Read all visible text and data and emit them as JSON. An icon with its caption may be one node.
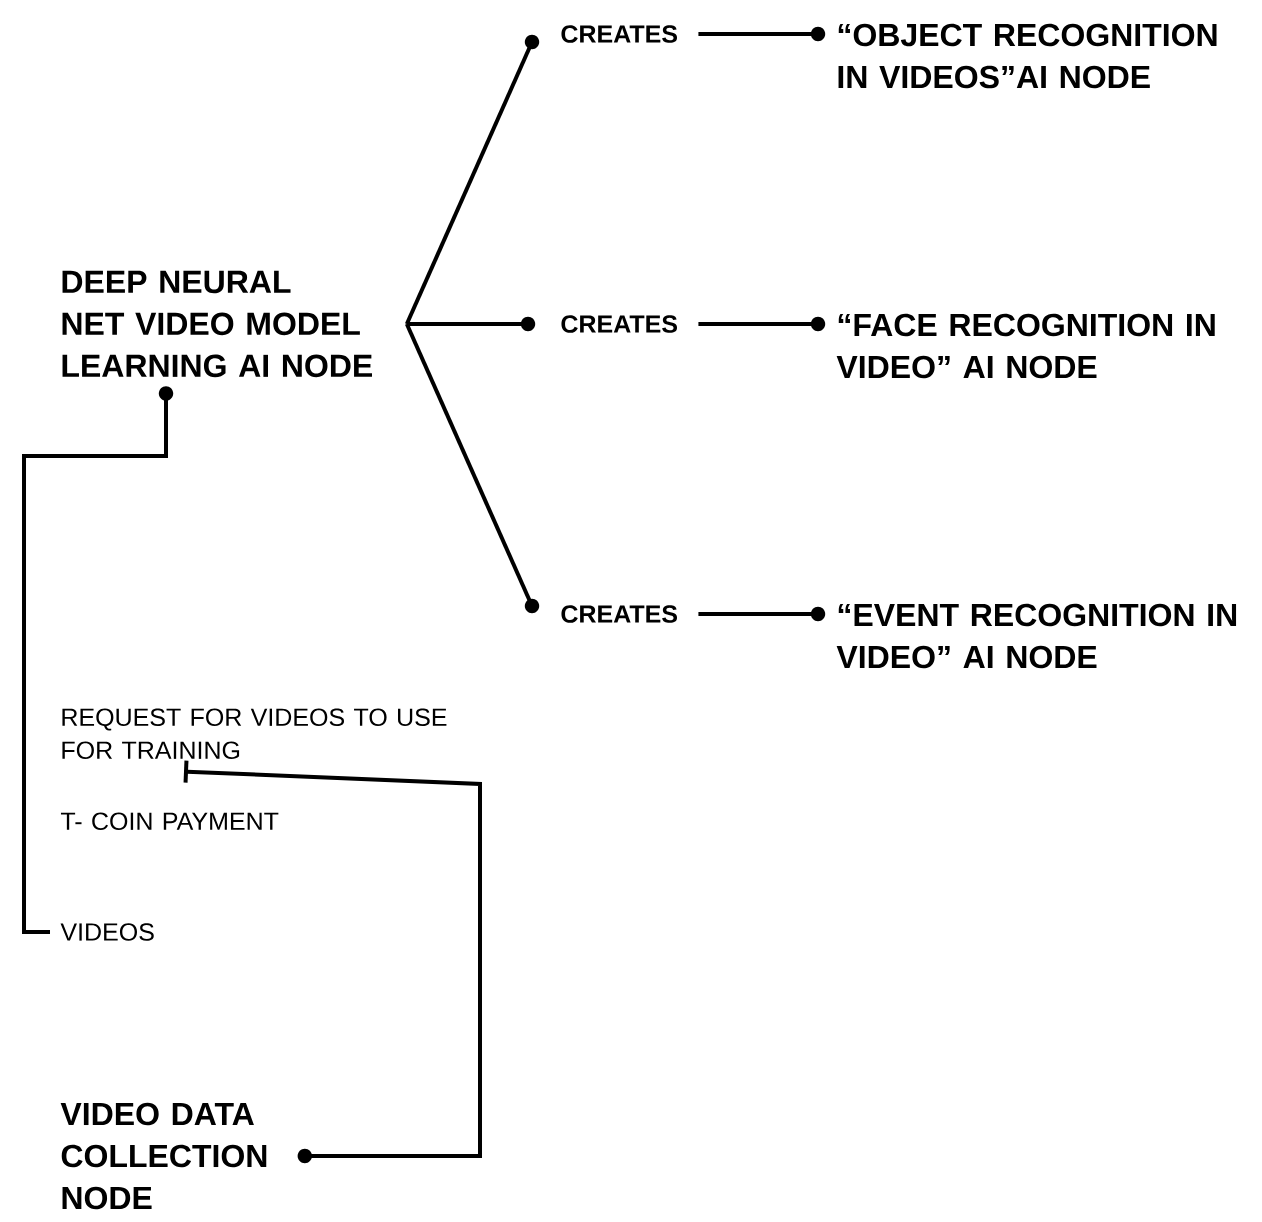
{
  "diagram": {
    "nodes": [
      {
        "text": [
          "DEEP NEURAL NET VIDEO MODEL LEARNING AI NODE"
        ]
      },
      {
        "text": [
          "CREATES"
        ]
      },
      {
        "text": [
          "“OBJECT RECOGNITION IN VIDEOS”AI NODE"
        ]
      },
      {
        "text": [
          "CREATES"
        ]
      },
      {
        "text": [
          "“FACE RECOGNITION IN VIDEO” AI NODE"
        ]
      },
      {
        "text": [
          "CREATES"
        ]
      },
      {
        "text": [
          "“EVENT RECOGNITION IN VIDEO” AI NODE"
        ]
      },
      {
        "text": [
          "VIDEOS"
        ]
      },
      {
        "text": [
          "VIDEO DATA COLLECTION NODE"
        ]
      },
      {
        "text": [
          "REQUEST FOR VIDEOS TO USE FOR TRAINING"
        ]
      }
    ],
    "edges": [
      {
        "from": 0,
        "to": 1,
        "arrow": "other"
      },
      {
        "from": 0,
        "to": 3,
        "arrow": "other"
      },
      {
        "from": 0,
        "to": 5,
        "arrow": "other"
      },
      {
        "from": 1,
        "to": 2,
        "arrow": "other"
      },
      {
        "from": 3,
        "to": 4,
        "arrow": "other"
      },
      {
        "from": 5,
        "to": 6,
        "arrow": "other"
      },
      {
        "from": 0,
        "to": 7,
        "arrow": "other"
      },
      {
        "from": 8,
        "to": 9,
        "arrow": "other"
      }
    ],
    "labels": [
      "T- COIN PAYMENT"
    ]
  }
}
